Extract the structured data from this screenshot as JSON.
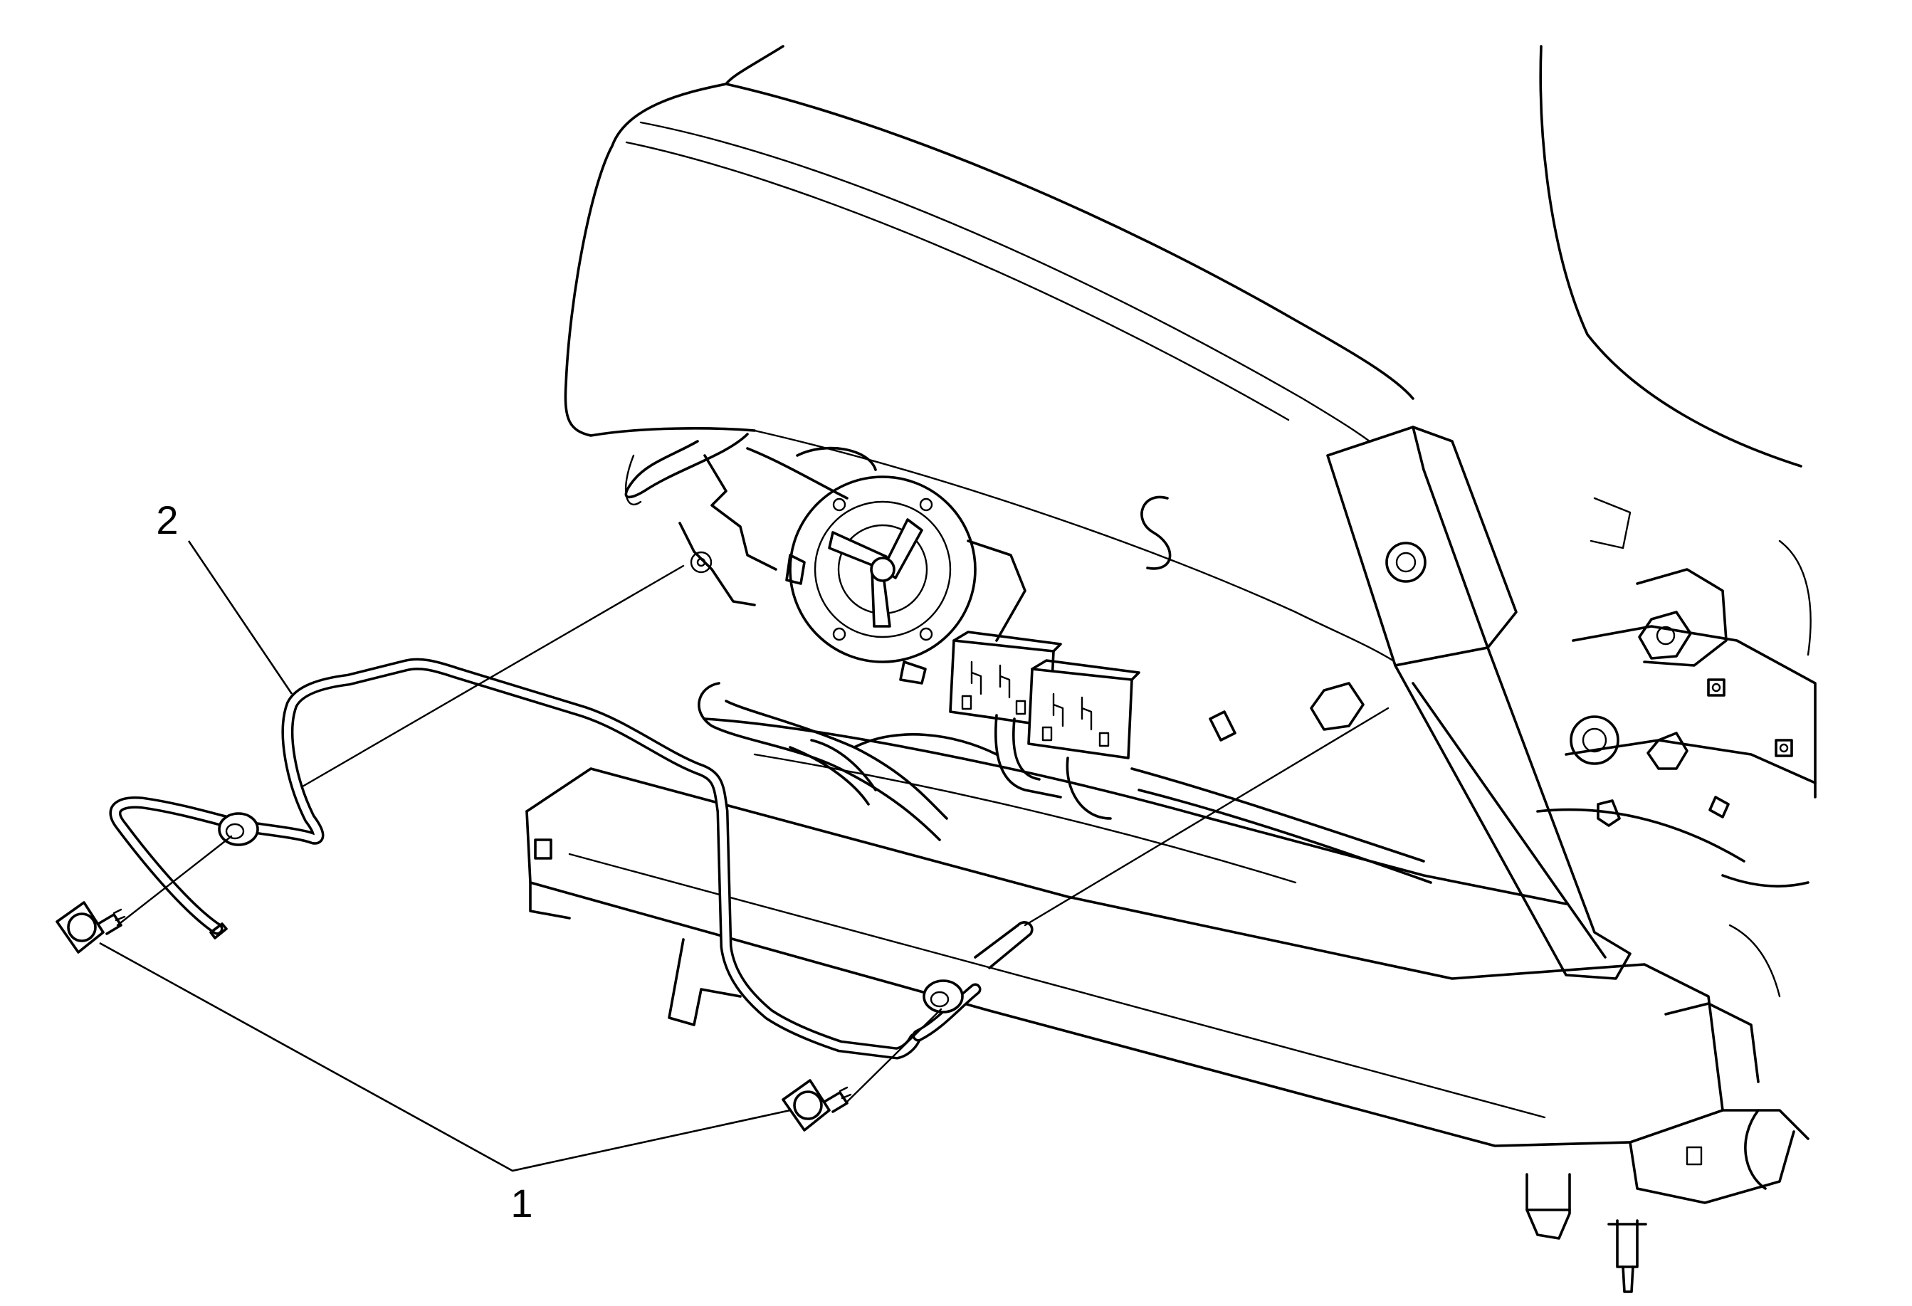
{
  "figure": {
    "callouts": [
      {
        "id": "1",
        "label": "1"
      },
      {
        "id": "2",
        "label": "2"
      }
    ]
  },
  "colors": {
    "line": "#000000",
    "background": "#ffffff"
  }
}
